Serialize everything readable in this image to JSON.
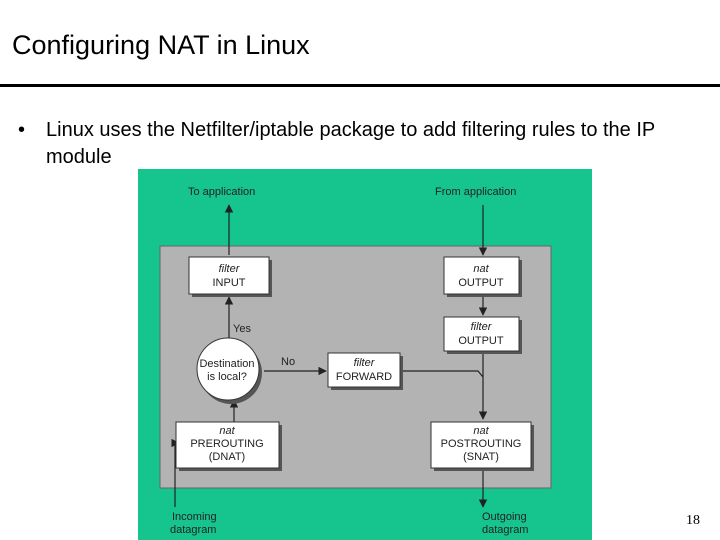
{
  "slide": {
    "title": "Configuring NAT in Linux",
    "bullet_marker": "•",
    "bullet_text": "Linux uses the Netfilter/iptable package to add filtering rules to the IP module",
    "page_number": "18"
  },
  "colors": {
    "figure_background": "#16c48d",
    "panel_background": "#b3b3b3",
    "box_fill": "#ffffff",
    "box_shadow": "#555555"
  },
  "diagram": {
    "top_left_label": "To application",
    "top_right_label": "From application",
    "filter_input": {
      "line1": "filter",
      "line2": "INPUT"
    },
    "nat_output": {
      "line1": "nat",
      "line2": "OUTPUT"
    },
    "filter_output": {
      "line1": "filter",
      "line2": "OUTPUT"
    },
    "decision": {
      "line1": "Destination",
      "line2": "is local?"
    },
    "yes_label": "Yes",
    "no_label": "No",
    "filter_forward": {
      "line1": "filter",
      "line2": "FORWARD"
    },
    "nat_prerouting": {
      "line1": "nat",
      "line2": "PREROUTING",
      "line3": "(DNAT)"
    },
    "nat_postrouting": {
      "line1": "nat",
      "line2": "POSTROUTING",
      "line3": "(SNAT)"
    },
    "incoming": {
      "line1": "Incoming",
      "line2": "datagram"
    },
    "outgoing": {
      "line1": "Outgoing",
      "line2": "datagram"
    }
  }
}
